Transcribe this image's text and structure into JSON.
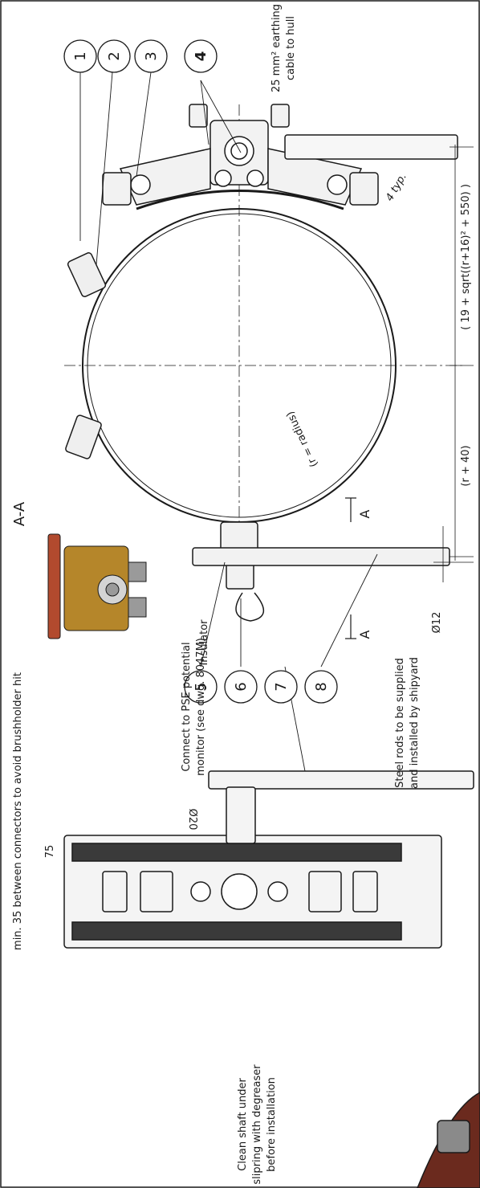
{
  "balloons": {
    "b1": "1",
    "b2": "2",
    "b3": "3",
    "b4": "4",
    "b5": "5",
    "b6": "6",
    "b7": "7",
    "b8": "8"
  },
  "notes": {
    "earthing_line1": "25 mm² earthing",
    "earthing_line2": "cable to hull",
    "four_typ": "4 typ.",
    "dim_formula": "( 19 + sqrt((r+16)² + 550) )",
    "r_radius": "(r = radius)",
    "r_plus_40": "(r + 40)",
    "dia12": "Ø12",
    "section_aa": "A-A",
    "section_a": "A",
    "insulator": "Insulator",
    "pse_line1": "Connect to PSE potential",
    "pse_line2": "monitor (see dwg. 8047M)",
    "min35": "min. 35 between connectors to avoid brushholder hit",
    "steel_line1": "Steel rods to be supplied",
    "steel_line2": "and installed by shipyard",
    "dia20": "Ø20",
    "dim75": "75",
    "clean_line1": "Clean shaft under",
    "clean_line2": "slipring with degreaser",
    "clean_line3": "before installation"
  },
  "colors": {
    "line": "#1a1a1a",
    "brass": "#b5862a",
    "insulator_red": "#b24a2e",
    "gray_part": "#9a9a9a"
  }
}
